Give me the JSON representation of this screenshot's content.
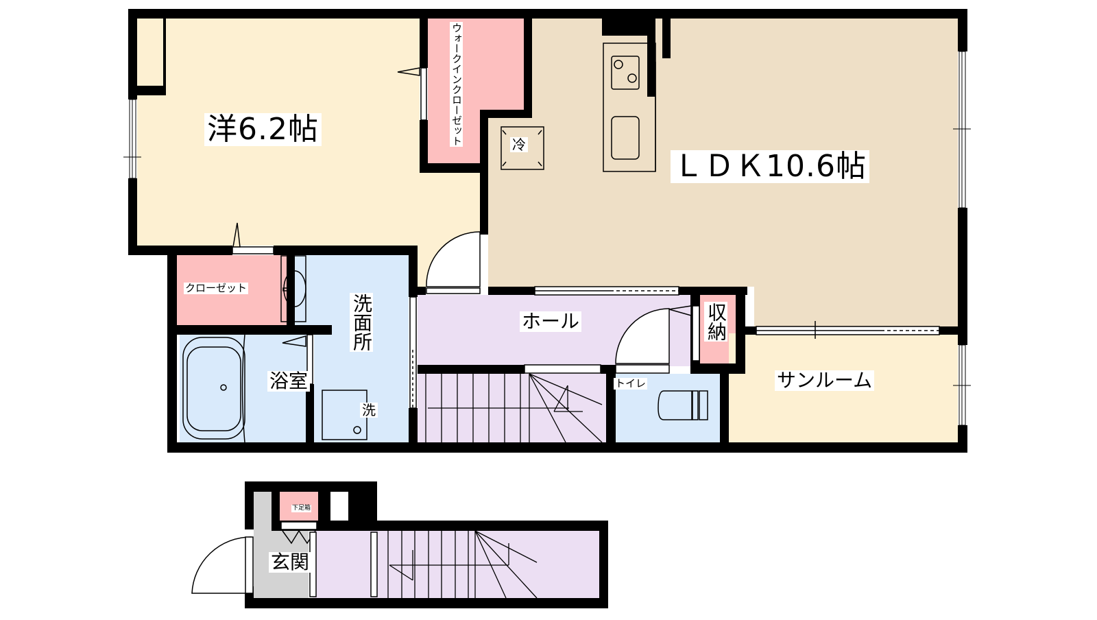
{
  "floor_plan": {
    "colors": {
      "wall": "#000000",
      "western_room": "#fdf0d2",
      "ldk": "#eedfc6",
      "closet": "#fdbfbf",
      "wet_area": "#d9eafb",
      "hall": "#ecdff3",
      "entrance": "#d3d3d3",
      "sunroom": "#fdf0d2"
    },
    "rooms": {
      "western_room": "洋6.2帖",
      "ldk": "ＬＤＫ10.6帖",
      "walk_in_closet": "ウォークインクローゼット",
      "closet": "クローゼット",
      "washroom": "洗面所",
      "bathroom": "浴室",
      "hall": "ホール",
      "storage": "収納",
      "toilet": "トイレ",
      "sunroom": "サンルーム",
      "entrance": "玄関",
      "shoe_box": "下足箱"
    },
    "fixtures": {
      "fridge": "冷",
      "washing_machine": "洗"
    }
  }
}
